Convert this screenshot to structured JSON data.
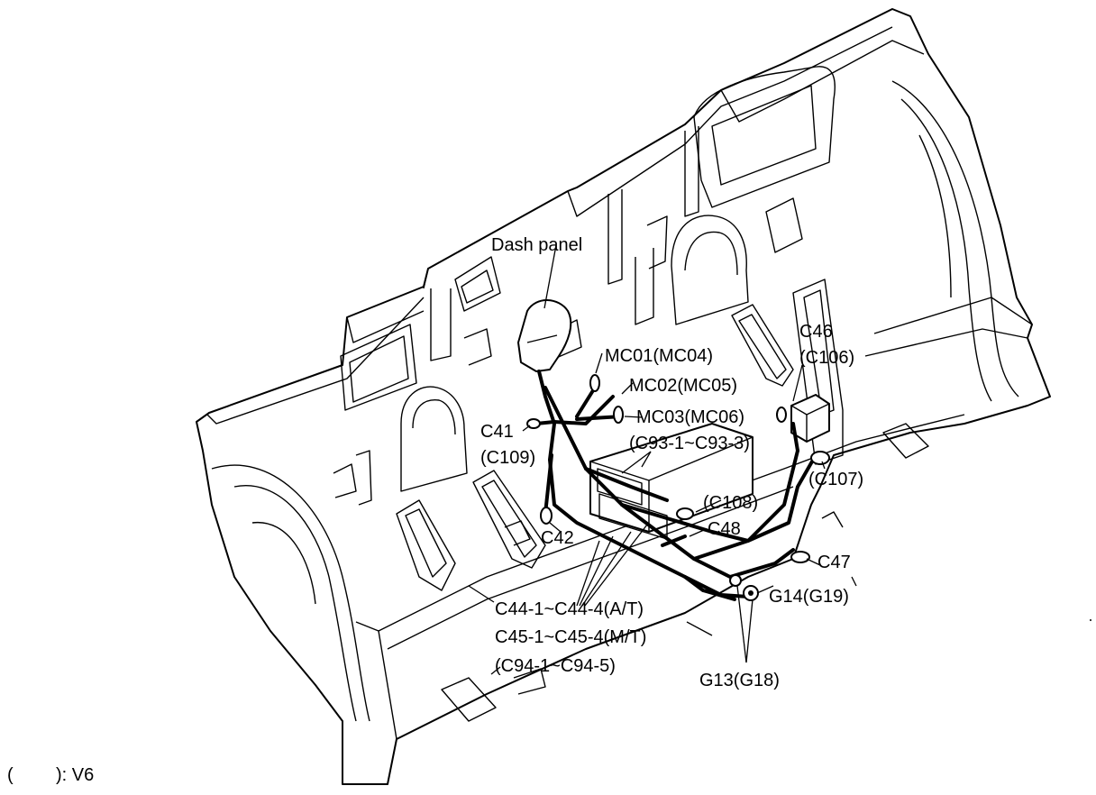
{
  "labels": {
    "dash_panel": "Dash panel",
    "mc01": "MC01(MC04)",
    "mc02": "MC02(MC05)",
    "mc03": "MC03(MC06)",
    "c41": "C41",
    "c109": "(C109)",
    "c93": "(C93-1~C93-3)",
    "c108": "(C108)",
    "c48": "C48",
    "c42": "C42",
    "c46": "C46",
    "c106": "(C106)",
    "c107": "(C107)",
    "c47": "C47",
    "g14": "G14(G19)",
    "g13": "G13(G18)",
    "c44": "C44-1~C44-4(A/T)",
    "c45": "C45-1~C45-4(M/T)",
    "c94": "(C94-1~C94-5)"
  },
  "legend": {
    "open_paren": "(",
    "close_paren": "): V6"
  }
}
